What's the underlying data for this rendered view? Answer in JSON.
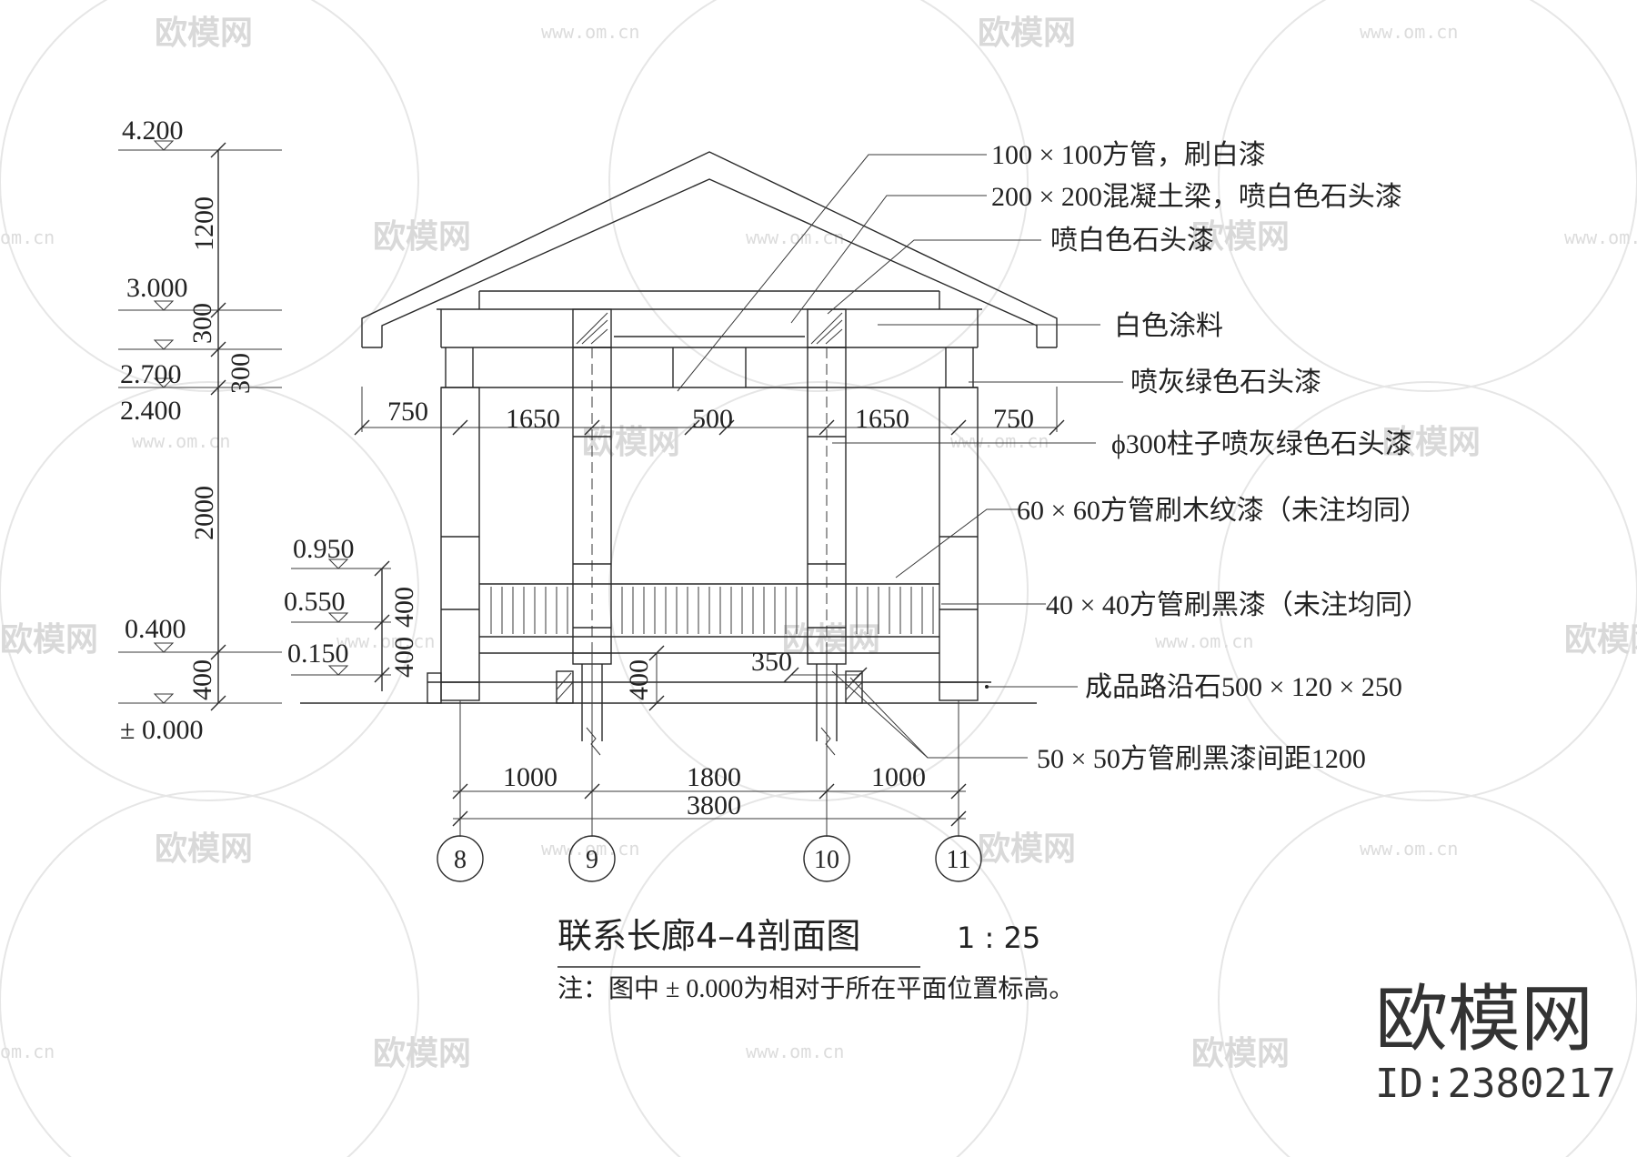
{
  "watermark": {
    "brand": "欧模网",
    "url": "www.om.cn",
    "url_short": "om.cn"
  },
  "elevations": [
    {
      "label": "4.200"
    },
    {
      "label": "3.000"
    },
    {
      "label": "2.700"
    },
    {
      "label": "2.400"
    },
    {
      "label": "0.950"
    },
    {
      "label": "0.550"
    },
    {
      "label": "0.400"
    },
    {
      "label": "0.150"
    },
    {
      "label": "± 0.000"
    }
  ],
  "vertical_dims": [
    "1200",
    "300",
    "300",
    "2000",
    "400",
    "400",
    "400",
    "400"
  ],
  "top_dims": [
    "750",
    "1650",
    "500",
    "1650",
    "750"
  ],
  "mid_dims": [
    "350"
  ],
  "bottom_dims": [
    "1000",
    "1800",
    "1000",
    "3800"
  ],
  "axes": [
    "8",
    "9",
    "10",
    "11"
  ],
  "annotations": [
    "100 × 100方管，刷白漆",
    "200 × 200混凝土梁，喷白色石头漆",
    "喷白色石头漆",
    "白色涂料",
    "喷灰绿色石头漆",
    "ϕ300柱子喷灰绿色石头漆",
    "60 × 60方管刷木纹漆（未注均同）",
    "40 × 40方管刷黑漆（未注均同）",
    "成品路沿石500 × 120 × 250",
    "50 × 50方管刷黑漆间距1200"
  ],
  "title": {
    "main": "联系长廊4–4剖面图",
    "scale": "1 : 25"
  },
  "note": "注：图中 ± 0.000为相对于所在平面位置标高。",
  "brand": {
    "name": "欧模网",
    "id": "ID:2380217"
  },
  "colors": {
    "line": "#2a2a2a",
    "watermark": "#d9d9d9"
  }
}
